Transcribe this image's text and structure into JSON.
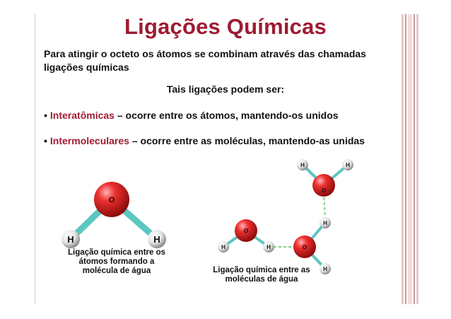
{
  "title": "Ligações Químicas",
  "intro": "Para atingir o octeto os átomos se combinam através das chamadas ligações químicas",
  "subheading": "Tais ligações podem ser:",
  "bullets": [
    {
      "marker": "•",
      "term": "Interatômicas",
      "rest": " – ocorre entre os átomos, mantendo-os unidos"
    },
    {
      "marker": "•",
      "term": "Intermoleculares",
      "rest": " – ocorre entre as moléculas, mantendo-as unidas"
    }
  ],
  "figure_left": {
    "atoms": {
      "oxygen": "O",
      "hydrogen_left": "H",
      "hydrogen_right": "H"
    },
    "caption": "Ligação química entre os átomos formando a molécula de água"
  },
  "figure_right": {
    "atom_labels": {
      "o": "O",
      "h": "H"
    },
    "caption": "Ligação química entre as moléculas de água"
  },
  "colors": {
    "title": "#9e1b32",
    "term": "#9e1b32",
    "oxygen": "#d92020",
    "bond": "#5cc7c0",
    "hbond": "#7fcf7f"
  }
}
